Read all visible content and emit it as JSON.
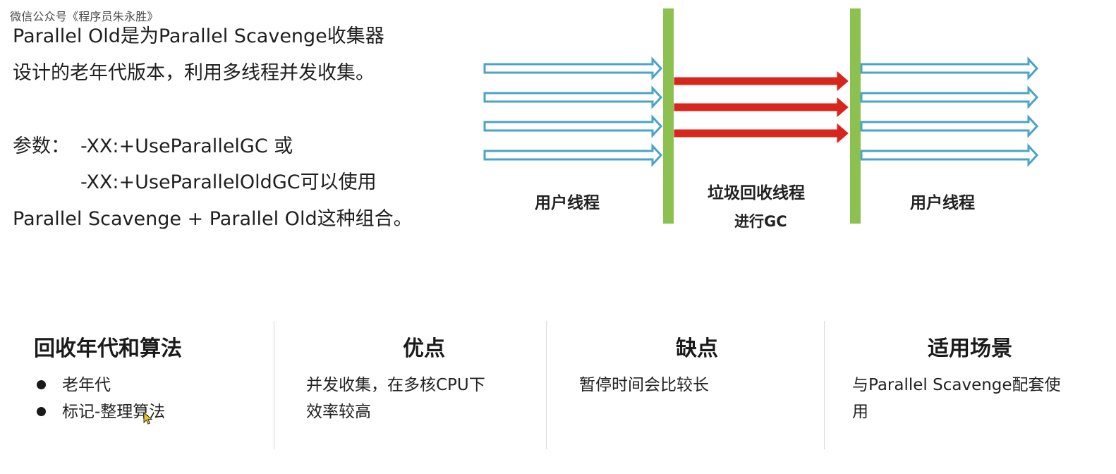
{
  "watermark": "微信公众号《程序员朱永胜》",
  "description": {
    "line1": "Parallel Old是为Parallel Scavenge收集器",
    "line2": "设计的老年代版本，利用多线程并发收集。",
    "param_label": "参数：",
    "param_line1": "-XX:+UseParallelGC  或",
    "param_line2": "-XX:+UseParallelOldGC可以使用",
    "line5": "Parallel Scavenge + Parallel Old这种组合。"
  },
  "diagram": {
    "user_threads_left": "用户线程",
    "gc_threads_line1": "垃圾回收线程",
    "gc_threads_line2": "进行GC",
    "user_threads_right": "用户线程",
    "colors": {
      "user_arrow_outline": "#4aa3c8",
      "gc_arrow": "#d9261c",
      "barrier": "#8dc14f"
    }
  },
  "table": {
    "columns": [
      {
        "heading": "回收年代和算法",
        "bullets": [
          "老年代",
          "标记-整理算法"
        ]
      },
      {
        "heading": "优点",
        "text_lines": [
          "并发收集，在多核CPU下",
          "效率较高"
        ]
      },
      {
        "heading": "缺点",
        "text_lines": [
          "暂停时间会比较长"
        ]
      },
      {
        "heading": "适用场景",
        "text_lines": [
          "与Parallel Scavenge配套使",
          "用"
        ]
      }
    ]
  }
}
